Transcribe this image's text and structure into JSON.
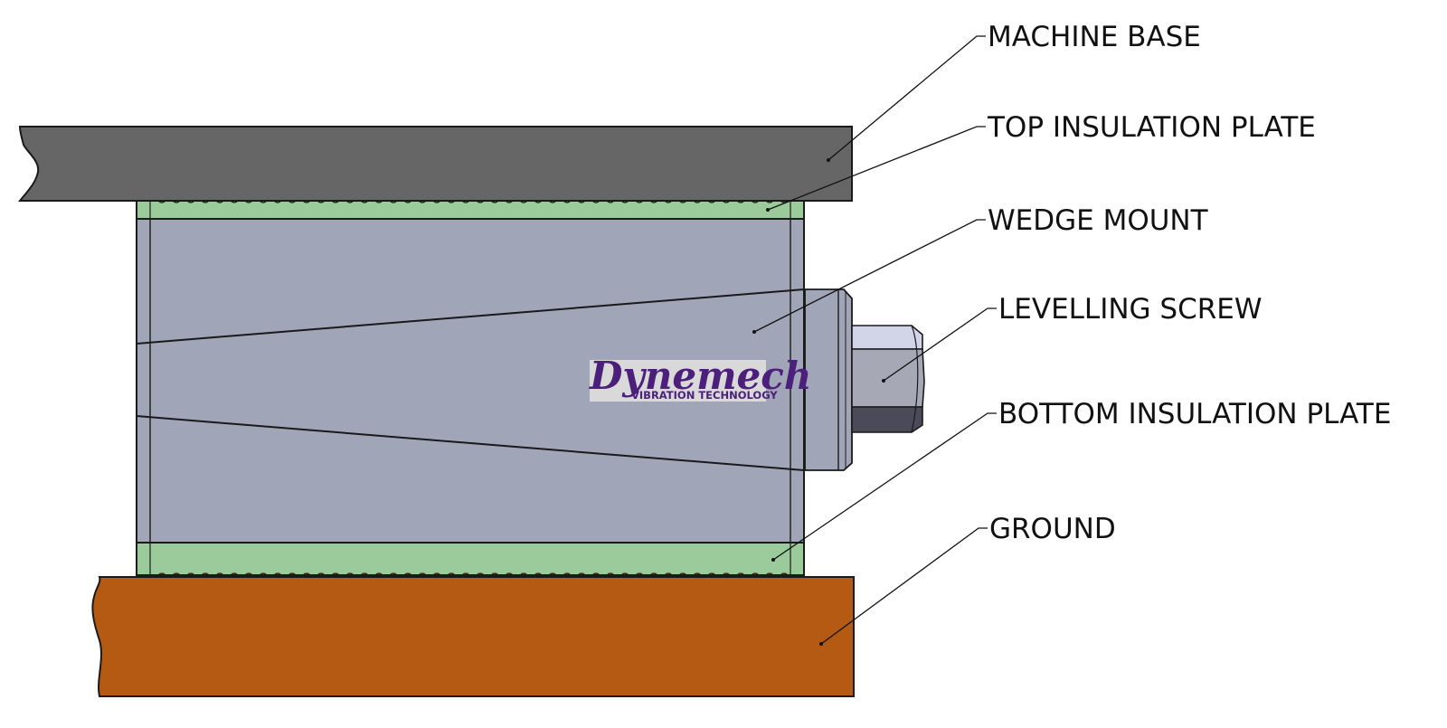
{
  "labels": {
    "machine_base": "MACHINE BASE",
    "top_insulation_plate": "TOP INSULATION PLATE",
    "wedge_mount": "WEDGE MOUNT",
    "levelling_screw": "LEVELLING SCREW",
    "bottom_insulation_plate": "BOTTOM INSULATION PLATE",
    "ground": "GROUND"
  },
  "logo": {
    "name": "Dynemech",
    "tagline": "VIBRATION TECHNOLOGY",
    "color": "#4b1f7a"
  },
  "colors": {
    "machine_base": "#666666",
    "insulation_plate": "#9bcb9b",
    "wedge_mount": "#a0a5b8",
    "screw_light": "#d2d4e8",
    "screw_mid": "#a6a8b6",
    "screw_dark": "#4a4a58",
    "ground": "#b45a12",
    "outline": "#1a1a1a"
  }
}
